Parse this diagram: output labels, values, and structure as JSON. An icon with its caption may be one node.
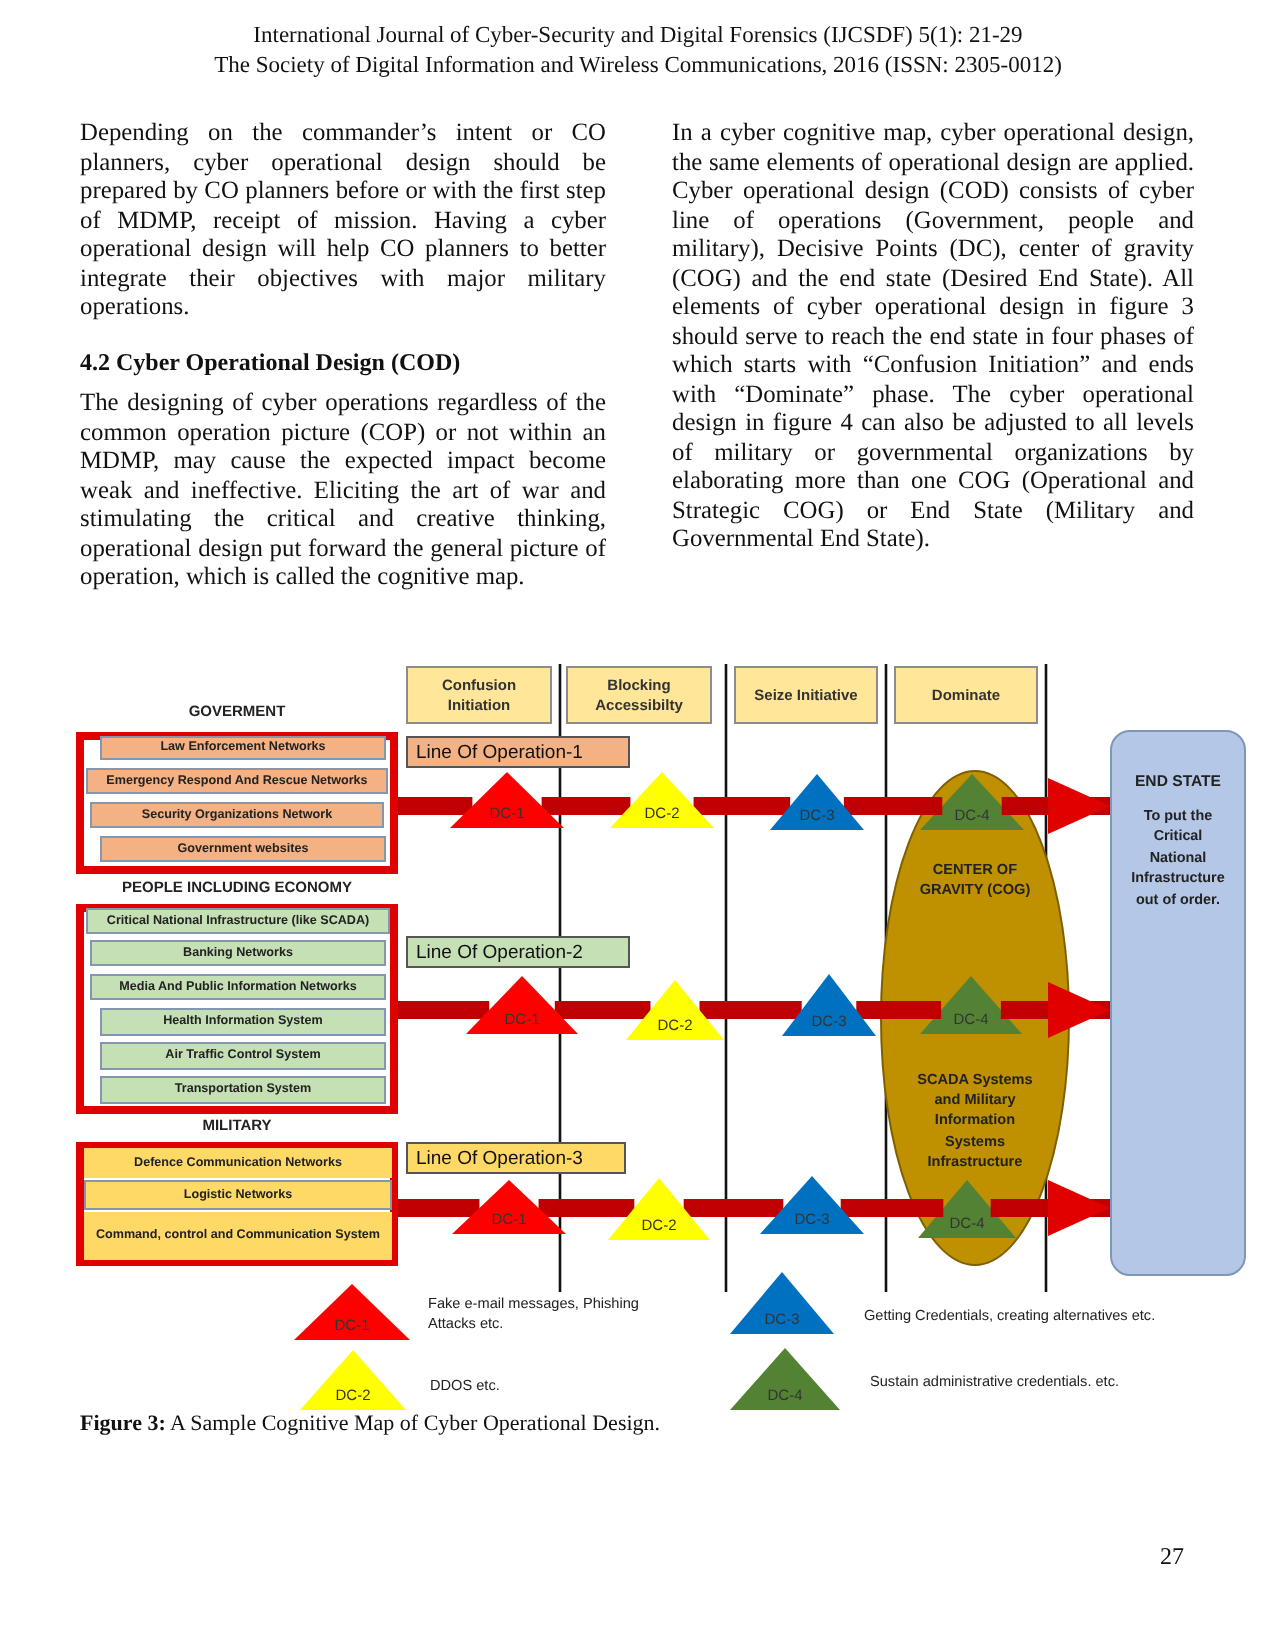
{
  "diagram": {
    "caption": "**Figure 3:** A Sample Cognitive Map of Cyber Operational Design.",
    "nodes": [
      {
        "text": [
          "Confusion Initiation"
        ]
      },
      {
        "text": [
          "Blocking Accessibilty"
        ]
      },
      {
        "text": [
          "Seize Initiative"
        ]
      },
      {
        "text": [
          "Dominate"
        ]
      },
      {
        "text": [
          "GOVERMENT"
        ]
      },
      {
        "text": [
          "Law Enforcement Networks"
        ],
        "in": 4
      },
      {
        "text": [
          "Emergency Respond And Rescue Networks"
        ],
        "in": 4
      },
      {
        "text": [
          "Security Organizations Network"
        ],
        "in": 4
      },
      {
        "text": [
          "Government websites"
        ],
        "in": 4
      },
      {
        "text": [
          "PEOPLE INCLUDING ECONOMY"
        ]
      },
      {
        "text": [
          "Critical National Infrastructure (like SCADA)"
        ],
        "in": 9
      },
      {
        "text": [
          "Banking Networks"
        ],
        "in": 9
      },
      {
        "text": [
          "Media And Public Information Networks"
        ],
        "in": 9
      },
      {
        "text": [
          "Health Information System"
        ],
        "in": 9
      },
      {
        "text": [
          "Air Traffic Control System"
        ],
        "in": 9
      },
      {
        "text": [
          "Transportation System"
        ],
        "in": 9
      },
      {
        "text": [
          "MILITARY"
        ]
      },
      {
        "text": [
          "Defence Communication Networks"
        ],
        "in": 16
      },
      {
        "text": [
          "Logistic Networks"
        ],
        "in": 16
      },
      {
        "text": [
          "Command, control and Communication System"
        ],
        "in": 16
      },
      {
        "text": [
          "Line Of Operation-1"
        ]
      },
      {
        "text": [
          "Line Of Operation-2"
        ]
      },
      {
        "text": [
          "Line Of Operation-3"
        ]
      },
      {
        "text": [
          "DC-1"
        ]
      },
      {
        "text": [
          "DC-2"
        ]
      },
      {
        "text": [
          "DC-3"
        ]
      },
      {
        "text": [
          "DC-4"
        ],
        "in": 27
      },
      {
        "text": [
          "CENTER OF GRAVITY (COG)",
          "SCADA Systems and Military Information Systems Infrastructure"
        ]
      },
      {
        "text": [
          "DC-1"
        ]
      },
      {
        "text": [
          "DC-2"
        ]
      },
      {
        "text": [
          "DC-3"
        ]
      },
      {
        "text": [
          "DC-4"
        ],
        "in": 27
      },
      {
        "text": [
          "DC-1"
        ]
      },
      {
        "text": [
          "DC-2"
        ]
      },
      {
        "text": [
          "DC-3"
        ]
      },
      {
        "text": [
          "DC-4"
        ],
        "in": 27
      },
      {
        "text": [
          "END STATE",
          "To put the Critical National Infrastructure out of order."
        ]
      },
      {
        "text": [
          "DC-1"
        ],
        "beside": [
          "Fake e-mail messages, Phishing Attacks etc."
        ]
      },
      {
        "text": [
          "DC-3"
        ],
        "beside": [
          "Getting Credentials, creating alternatives etc."
        ]
      },
      {
        "text": [
          "DC-2"
        ],
        "beside": [
          "DDOS etc."
        ]
      },
      {
        "text": [
          "DC-4"
        ],
        "beside": [
          "Sustain administrative credentials. etc."
        ]
      }
    ],
    "edges": [
      {
        "from": 4,
        "to": 23,
        "arrow": "none"
      },
      {
        "from": 23,
        "to": 24,
        "arrow": "none"
      },
      {
        "from": 24,
        "to": 25,
        "arrow": "none"
      },
      {
        "from": 25,
        "to": 26,
        "arrow": "none"
      },
      {
        "from": 26,
        "to": 36,
        "arrow": "to"
      },
      {
        "from": 9,
        "to": 28,
        "arrow": "none"
      },
      {
        "from": 28,
        "to": 29,
        "arrow": "none"
      },
      {
        "from": 29,
        "to": 30,
        "arrow": "none"
      },
      {
        "from": 30,
        "to": 31,
        "arrow": "none"
      },
      {
        "from": 31,
        "to": 36,
        "arrow": "to"
      },
      {
        "from": 16,
        "to": 32,
        "arrow": "none"
      },
      {
        "from": 32,
        "to": 33,
        "arrow": "none"
      },
      {
        "from": 33,
        "to": 34,
        "arrow": "none"
      },
      {
        "from": 34,
        "to": 35,
        "arrow": "none"
      },
      {
        "from": 35,
        "to": 36,
        "arrow": "to"
      }
    ],
    "labels": [
      "International Journal of Cyber-Security and Digital Forensics (IJCSDF) 5(1): 21-29",
      "The Society of Digital Information and Wireless Communications, 2016 (ISSN: 2305-0012)",
      "Depending on the commander’s intent or CO planners, cyber operational design should be prepared by CO planners before or with the first step of MDMP, receipt of mission. Having a cyber operational design will help CO planners to better integrate their objectives with major military operations.",
      "4.2 Cyber Operational Design (COD)",
      "The designing of cyber operations regardless of the common operation picture (COP) or not within an MDMP, may cause the expected impact become weak and ineffective. Eliciting the art of war and stimulating the critical and creative thinking, operational design put forward the general picture of operation, which is called the cognitive map.",
      "In a cyber cognitive map, cyber operational design, the same elements of operational design are applied. Cyber operational design (COD) consists of cyber line of operations (Government, people and military), Decisive Points (DC), center of gravity (COG) and the end state (Desired End State). All elements of cyber operational design in figure 3 should serve to reach the end state in four phases of which starts with “Confusion Initiation” and ends with “Dominate” phase. The cyber operational design in figure 4 can also be adjusted to all levels of military or governmental organizations by elaborating more than one COG (Operational and Strategic COG) or End State (Military and Governmental End State).",
      "27"
    ]
  }
}
